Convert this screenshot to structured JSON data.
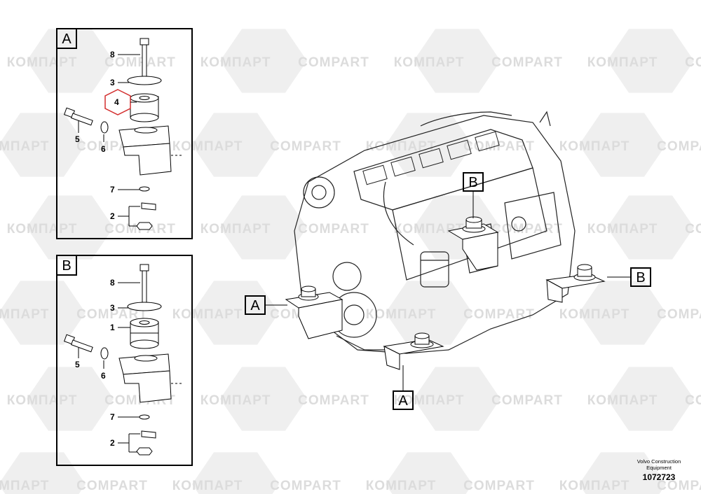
{
  "watermark": {
    "text_a": "КОМПАРТ",
    "text_b": "COMPART"
  },
  "panel_a": {
    "letter": "A",
    "callouts": [
      "8",
      "3",
      "4",
      "5",
      "6",
      "7",
      "2"
    ],
    "highlight_color": "#d32f2f"
  },
  "panel_b": {
    "letter": "B",
    "callouts": [
      "8",
      "3",
      "1",
      "5",
      "6",
      "7",
      "2"
    ]
  },
  "engine_labels": {
    "top_b": "B",
    "right_b": "B",
    "left_a": "A",
    "bottom_a": "A"
  },
  "footer": {
    "company": "Volvo Construction",
    "company2": "Equipment",
    "part_number": "1072723"
  }
}
